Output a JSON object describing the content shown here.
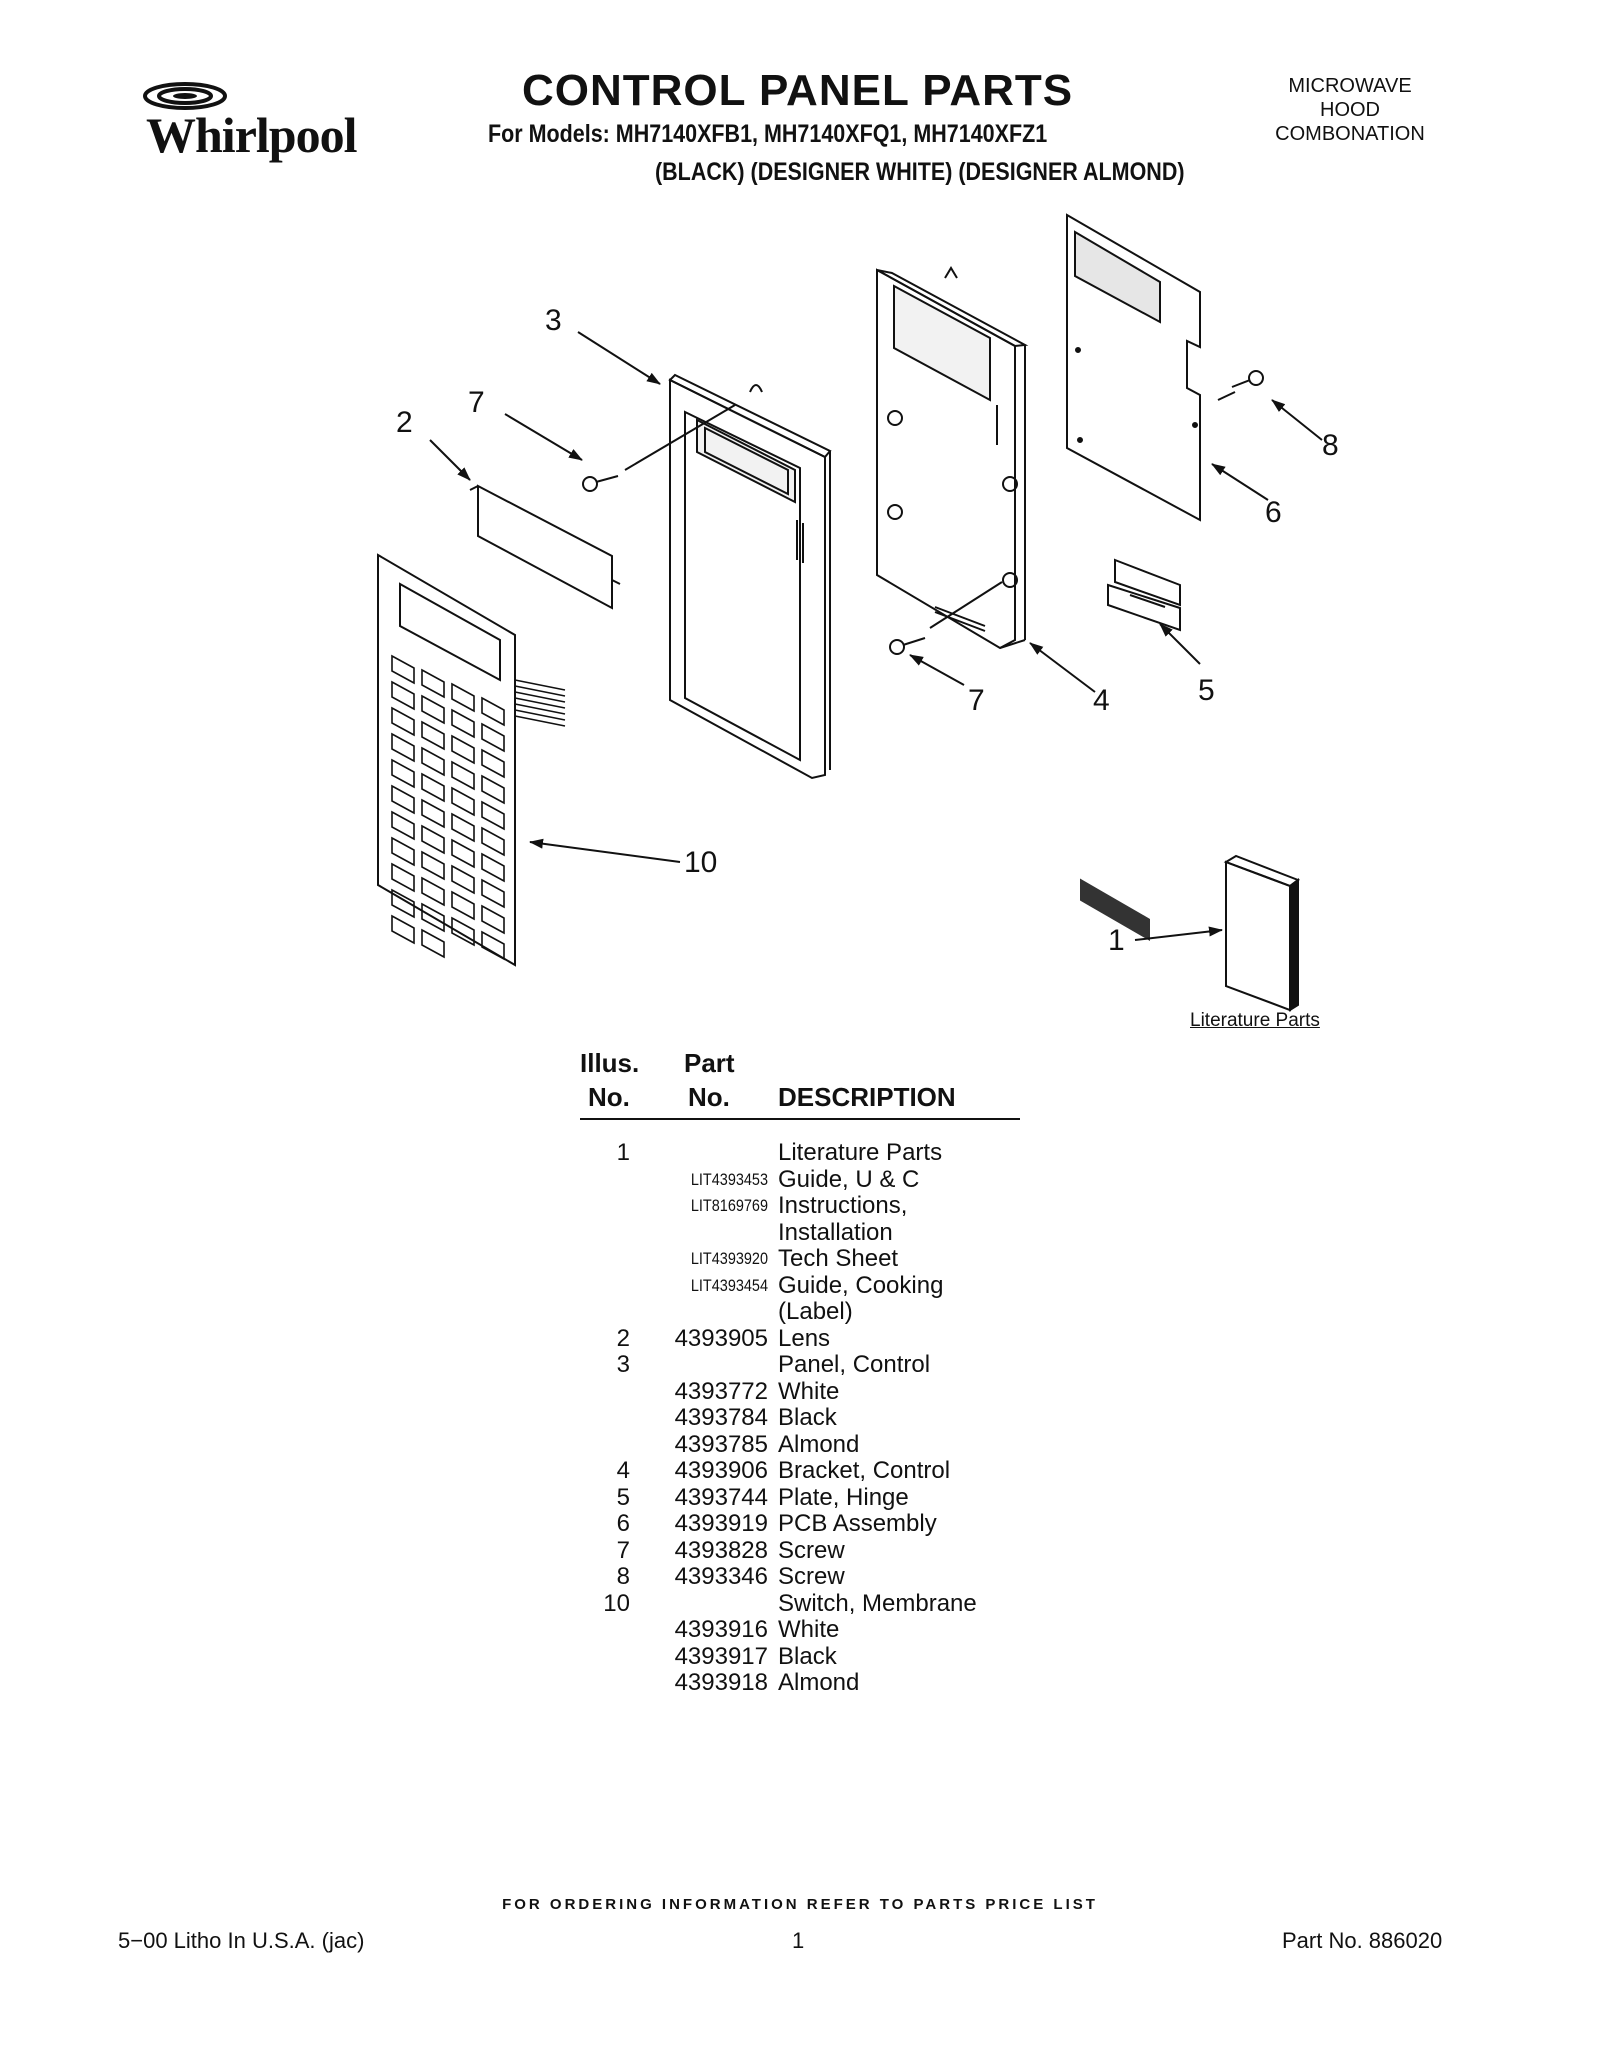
{
  "brand": {
    "name": "Whirlpool"
  },
  "header": {
    "title": "CONTROL PANEL PARTS",
    "models": "For Models: MH7140XFB1, MH7140XFQ1, MH7140XFZ1",
    "variants": "(BLACK) (DESIGNER WHITE) (DESIGNER ALMOND)",
    "product_type": [
      "MICROWAVE",
      "HOOD",
      "COMBONATION"
    ]
  },
  "diagram": {
    "callouts": [
      "3",
      "7",
      "2",
      "8",
      "6",
      "7",
      "4",
      "5",
      "10",
      "1"
    ],
    "literature_label": "Literature Parts"
  },
  "table": {
    "headers": {
      "illus_1": "Illus.",
      "illus_2": "No.",
      "part_1": "Part",
      "part_2": "No.",
      "description": "DESCRIPTION"
    },
    "rows": [
      {
        "illus": "1",
        "part": "",
        "desc": "Literature Parts"
      },
      {
        "illus": "",
        "part": "LIT4393453",
        "desc": "Guide, U & C"
      },
      {
        "illus": "",
        "part": "LIT8169769",
        "desc": "Instructions,"
      },
      {
        "illus": "",
        "part": "",
        "desc": "Installation"
      },
      {
        "illus": "",
        "part": "LIT4393920",
        "desc": "Tech Sheet"
      },
      {
        "illus": "",
        "part": "LIT4393454",
        "desc": "Guide, Cooking"
      },
      {
        "illus": "",
        "part": "",
        "desc": "(Label)"
      },
      {
        "illus": "2",
        "part": "4393905",
        "desc": "Lens"
      },
      {
        "illus": "3",
        "part": "",
        "desc": "Panel, Control"
      },
      {
        "illus": "",
        "part": "4393772",
        "desc": "White"
      },
      {
        "illus": "",
        "part": "4393784",
        "desc": "Black"
      },
      {
        "illus": "",
        "part": "4393785",
        "desc": "Almond"
      },
      {
        "illus": "4",
        "part": "4393906",
        "desc": "Bracket, Control"
      },
      {
        "illus": "5",
        "part": "4393744",
        "desc": "Plate, Hinge"
      },
      {
        "illus": "6",
        "part": "4393919",
        "desc": "PCB Assembly"
      },
      {
        "illus": "7",
        "part": "4393828",
        "desc": "Screw"
      },
      {
        "illus": "8",
        "part": "4393346",
        "desc": "Screw"
      },
      {
        "illus": "10",
        "part": "",
        "desc": "Switch, Membrane"
      },
      {
        "illus": "",
        "part": "4393916",
        "desc": "White"
      },
      {
        "illus": "",
        "part": "4393917",
        "desc": "Black"
      },
      {
        "illus": "",
        "part": "4393918",
        "desc": "Almond"
      }
    ]
  },
  "footer": {
    "ordering": "FOR ORDERING INFORMATION REFER TO PARTS PRICE LIST",
    "litho": "5−00 Litho In U.S.A. (jac)",
    "page": "1",
    "part_no": "Part No. 886020"
  }
}
